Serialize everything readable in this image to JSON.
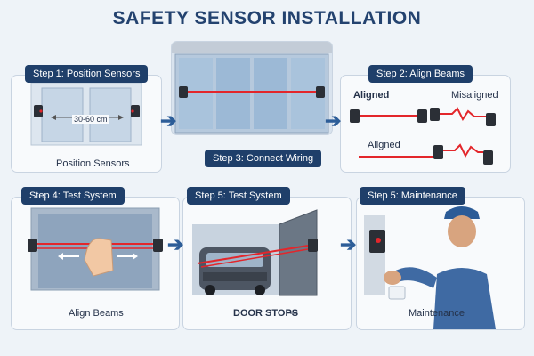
{
  "title": "SAFETY SENSOR INSTALLATION",
  "steps": {
    "step1": {
      "label": "Step 1:  Position Sensors",
      "caption": "Position Sensors",
      "distance": "30-60 cm"
    },
    "step2": {
      "label": "Step 2:  Align Beams",
      "aligned_label": "Aligned",
      "misaligned_label": "Misaligned",
      "aligned_label_2": "Aligned"
    },
    "step3": {
      "label": "Step 3:  Connect Wiring"
    },
    "step4": {
      "label": "Step 4:  Test System",
      "caption": "Align Beams"
    },
    "step5a": {
      "label": "Step 5:  Test System",
      "caption": "DOOR STOPS"
    },
    "step5b": {
      "label": "Step 5:  Maintenance",
      "caption": "Maintenance"
    }
  },
  "colors": {
    "accent": "#1f3f6a",
    "beam": "#e3262b",
    "arrow": "#2c5d98",
    "sensor": "#2b2f36"
  }
}
